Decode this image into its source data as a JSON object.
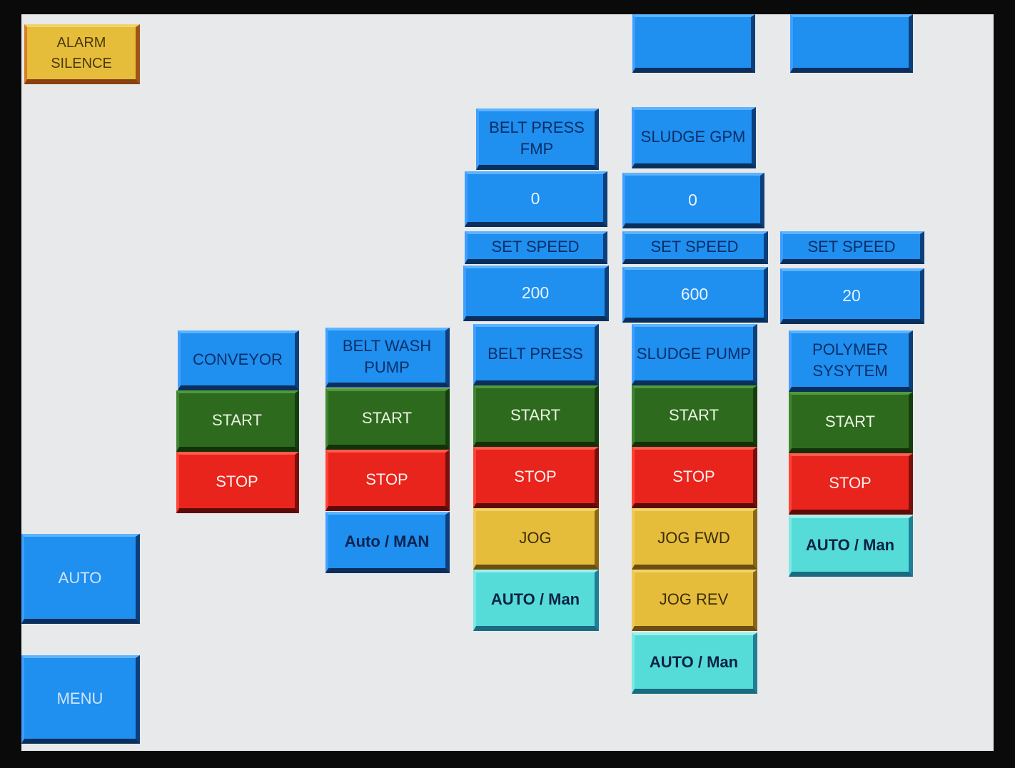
{
  "top": {
    "alarm_silence": "ALARM\nSILENCE"
  },
  "nav": {
    "auto": "AUTO",
    "menu": "MENU"
  },
  "conveyor": {
    "title": "CONVEYOR",
    "start": "START",
    "stop": "STOP"
  },
  "belt_wash_pump": {
    "title": "BELT WASH\nPUMP",
    "start": "START",
    "stop": "STOP",
    "mode": "Auto / MAN"
  },
  "belt_press": {
    "readout_label": "BELT PRESS\nFMP",
    "readout_value": "0",
    "set_speed_label": "SET SPEED",
    "set_speed_value": "200",
    "title": "BELT PRESS",
    "start": "START",
    "stop": "STOP",
    "jog": "JOG",
    "mode": "AUTO / Man"
  },
  "sludge_pump": {
    "readout_label": "SLUDGE GPM",
    "readout_value": "0",
    "set_speed_label": "SET SPEED",
    "set_speed_value": "600",
    "title": "SLUDGE PUMP",
    "start": "START",
    "stop": "STOP",
    "jog_fwd": "JOG FWD",
    "jog_rev": "JOG REV",
    "mode": "AUTO / Man"
  },
  "polymer_system": {
    "set_speed_label": "SET SPEED",
    "set_speed_value": "20",
    "title": "POLYMER\nSYSYTEM",
    "start": "START",
    "stop": "STOP",
    "mode": "AUTO / Man"
  },
  "colors": {
    "panel_background": "#e7e9ea",
    "blue": "#1f8ff0",
    "start_green": "#2e6a1e",
    "stop_red": "#e8241c",
    "jog_yellow": "#e6bd3b",
    "mode_cyan": "#56dcd8"
  }
}
